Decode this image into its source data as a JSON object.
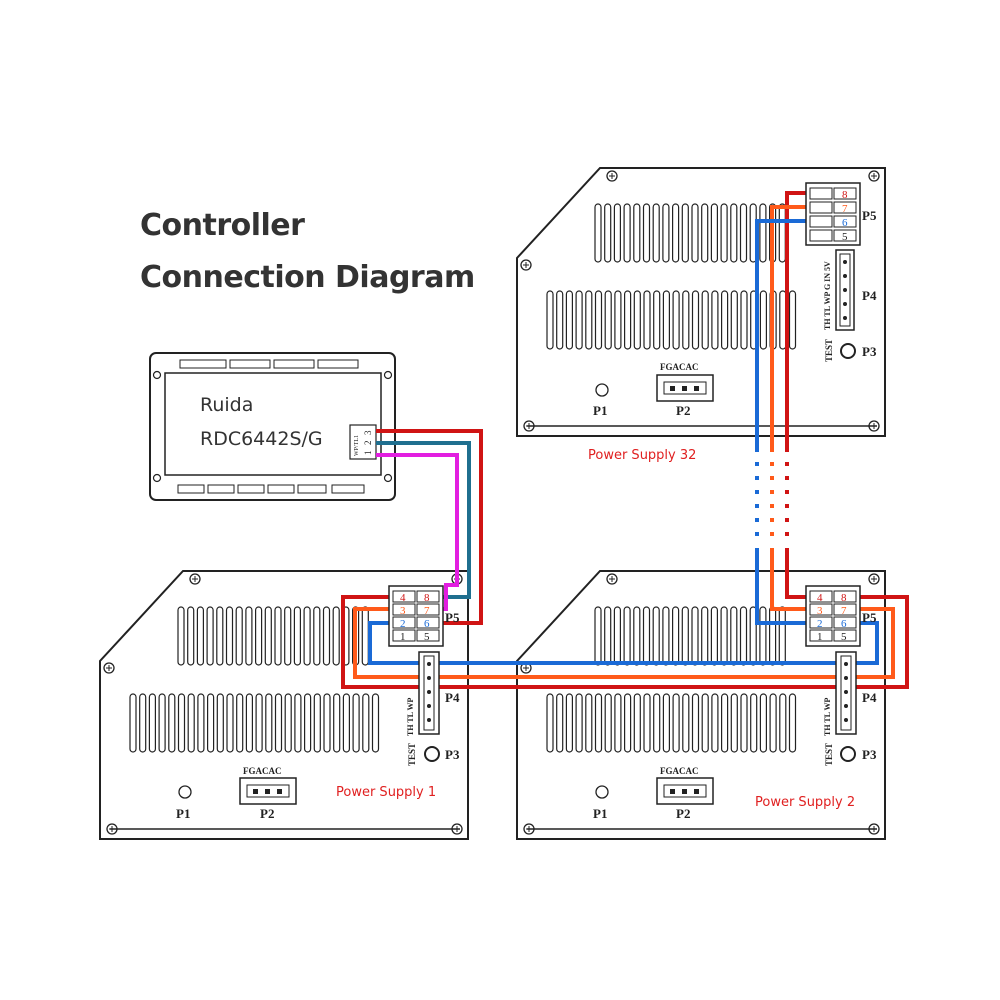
{
  "title": {
    "line1": "Controller",
    "line2": "Connection Diagram"
  },
  "controller": {
    "brand": "Ruida",
    "model": "RDC6442S/G",
    "port_label": "WP/TL1",
    "pins": [
      "1",
      "2",
      "3"
    ]
  },
  "power_supply": {
    "p1": "P1",
    "p2": "P2",
    "p3": "P3",
    "p4": "P4",
    "p5": "P5",
    "p2_pins_label": "FGACAC",
    "test_label": "TEST",
    "p4_pins_label": "TH TL WP G IN 5V",
    "p4_pins_label_short": "TH TL WP",
    "p5_pins": [
      "4",
      "8",
      "3",
      "7",
      "2",
      "6",
      "1",
      "5"
    ]
  },
  "units": [
    {
      "id": "ps1",
      "label": "Power Supply 1"
    },
    {
      "id": "ps2",
      "label": "Power Supply 2"
    },
    {
      "id": "ps32",
      "label": "Power Supply 32"
    }
  ],
  "colors": {
    "red": "#d01414",
    "orange": "#ff5a1a",
    "blue": "#1a6ad6",
    "teal": "#1f6f8f",
    "magenta": "#e21ee0",
    "label_red": "#e02020",
    "line": "#222222"
  }
}
